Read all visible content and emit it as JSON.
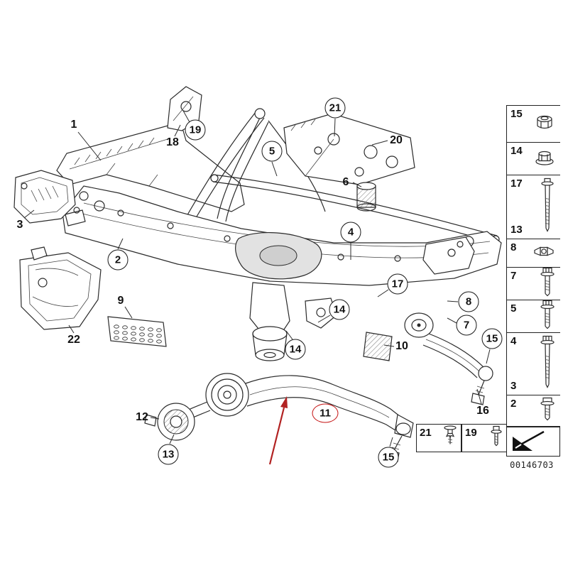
{
  "diagram": {
    "description": "front axle support and control arm exploded parts diagram",
    "highlight_color": "#c41111",
    "callouts": [
      {
        "label": "1",
        "style": "plain"
      },
      {
        "label": "18",
        "style": "plain"
      },
      {
        "label": "19",
        "style": "circle"
      },
      {
        "label": "5",
        "style": "circle"
      },
      {
        "label": "21",
        "style": "circle"
      },
      {
        "label": "20",
        "style": "plain"
      },
      {
        "label": "6",
        "style": "plain"
      },
      {
        "label": "3",
        "style": "plain"
      },
      {
        "label": "2",
        "style": "circle"
      },
      {
        "label": "9",
        "style": "plain"
      },
      {
        "label": "22",
        "style": "plain"
      },
      {
        "label": "4",
        "style": "circle"
      },
      {
        "label": "17",
        "style": "circle"
      },
      {
        "label": "14",
        "style": "circle"
      },
      {
        "label": "8",
        "style": "circle"
      },
      {
        "label": "7",
        "style": "circle"
      },
      {
        "label": "14",
        "style": "circle"
      },
      {
        "label": "10",
        "style": "plain"
      },
      {
        "label": "15",
        "style": "circle"
      },
      {
        "label": "16",
        "style": "plain"
      },
      {
        "label": "12",
        "style": "plain"
      },
      {
        "label": "13",
        "style": "circle"
      },
      {
        "label": "11",
        "style": "red-circle"
      },
      {
        "label": "15",
        "style": "circle"
      }
    ]
  },
  "sidebar": {
    "cells": [
      {
        "label": "15",
        "icon": "lock-nut-icon"
      },
      {
        "label": "14",
        "icon": "flange-nut-icon"
      },
      {
        "label": "17",
        "label2": "13",
        "icon": "long-torx-bolt-icon"
      },
      {
        "label": "8",
        "icon": "cage-clip-icon"
      },
      {
        "label": "7",
        "icon": "hex-bolt-icon"
      },
      {
        "label": "5",
        "icon": "hex-bolt-icon"
      },
      {
        "label": "4",
        "label2": "3",
        "icon": "long-bolt-icon"
      },
      {
        "label": "2",
        "icon": "short-bolt-icon"
      }
    ]
  },
  "legend_boxes": [
    {
      "label": "21",
      "icon": "expansion-rivet-icon"
    },
    {
      "label": "19",
      "icon": "flange-bolt-icon"
    }
  ],
  "footer": {
    "code": "00146703"
  }
}
